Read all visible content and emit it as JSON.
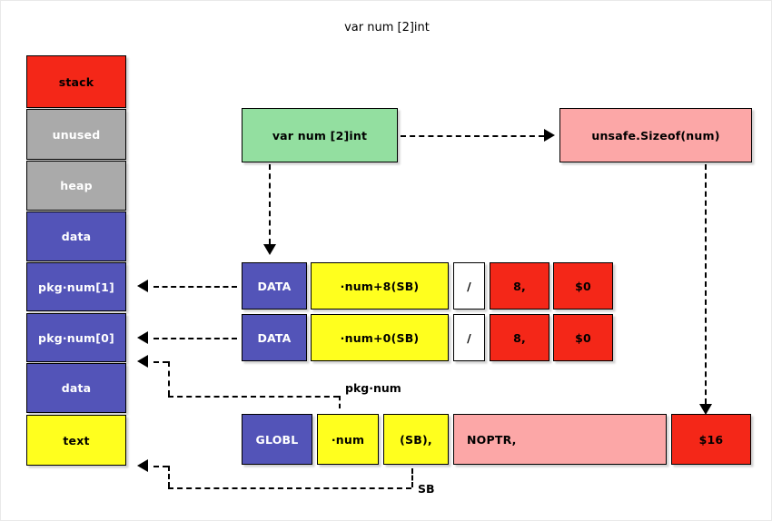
{
  "title": "var num [2]int",
  "memory_layout": {
    "name": "process-memory-layout",
    "segments": [
      {
        "label": "stack",
        "color": "#f42718",
        "text_color": "#000000"
      },
      {
        "label": "unused",
        "color": "#aaaaaa",
        "text_color": "#ffffff"
      },
      {
        "label": "heap",
        "color": "#aaaaaa",
        "text_color": "#ffffff"
      },
      {
        "label": "data",
        "color": "#5354b8",
        "text_color": "#ffffff"
      },
      {
        "label": "pkg·num[1]",
        "color": "#5354b8",
        "text_color": "#ffffff"
      },
      {
        "label": "pkg·num[0]",
        "color": "#5354b8",
        "text_color": "#ffffff"
      },
      {
        "label": "data",
        "color": "#5354b8",
        "text_color": "#ffffff"
      },
      {
        "label": "text",
        "color": "#ffff1e",
        "text_color": "#000000"
      }
    ]
  },
  "declaration": {
    "source_box": "var num [2]int",
    "sizeof_box": "unsafe.Sizeof(num)"
  },
  "data_directives": [
    {
      "name": "data-row-high",
      "cells": [
        {
          "text": "DATA",
          "color": "#5354b8"
        },
        {
          "text": "·num+8(SB)",
          "color": "#ffff1e"
        },
        {
          "text": "/",
          "color": "#ffffff"
        },
        {
          "text": "8,",
          "color": "#f42718"
        },
        {
          "text": "$0",
          "color": "#f42718"
        }
      ]
    },
    {
      "name": "data-row-low",
      "cells": [
        {
          "text": "DATA",
          "color": "#5354b8"
        },
        {
          "text": "·num+0(SB)",
          "color": "#ffff1e"
        },
        {
          "text": "/",
          "color": "#ffffff"
        },
        {
          "text": "8,",
          "color": "#f42718"
        },
        {
          "text": "$0",
          "color": "#f42718"
        }
      ]
    }
  ],
  "globl_directive": {
    "name": "globl-row",
    "cells": [
      {
        "text": "GLOBL",
        "color": "#5354b8"
      },
      {
        "text": "·num",
        "color": "#ffff1e"
      },
      {
        "text": "(SB),",
        "color": "#ffff1e"
      },
      {
        "text": "NOPTR,",
        "color": "#fca7a7"
      },
      {
        "text": "$16",
        "color": "#f42718"
      }
    ]
  },
  "edge_labels": {
    "symbol": "pkg·num",
    "static_base": "SB"
  },
  "colors": {
    "red": "#f42718",
    "gray": "#aaaaaa",
    "blue": "#5354b8",
    "yellow": "#ffff1e",
    "green": "#93dfa0",
    "pink": "#fca7a7",
    "white": "#ffffff",
    "outline": "#000000"
  }
}
